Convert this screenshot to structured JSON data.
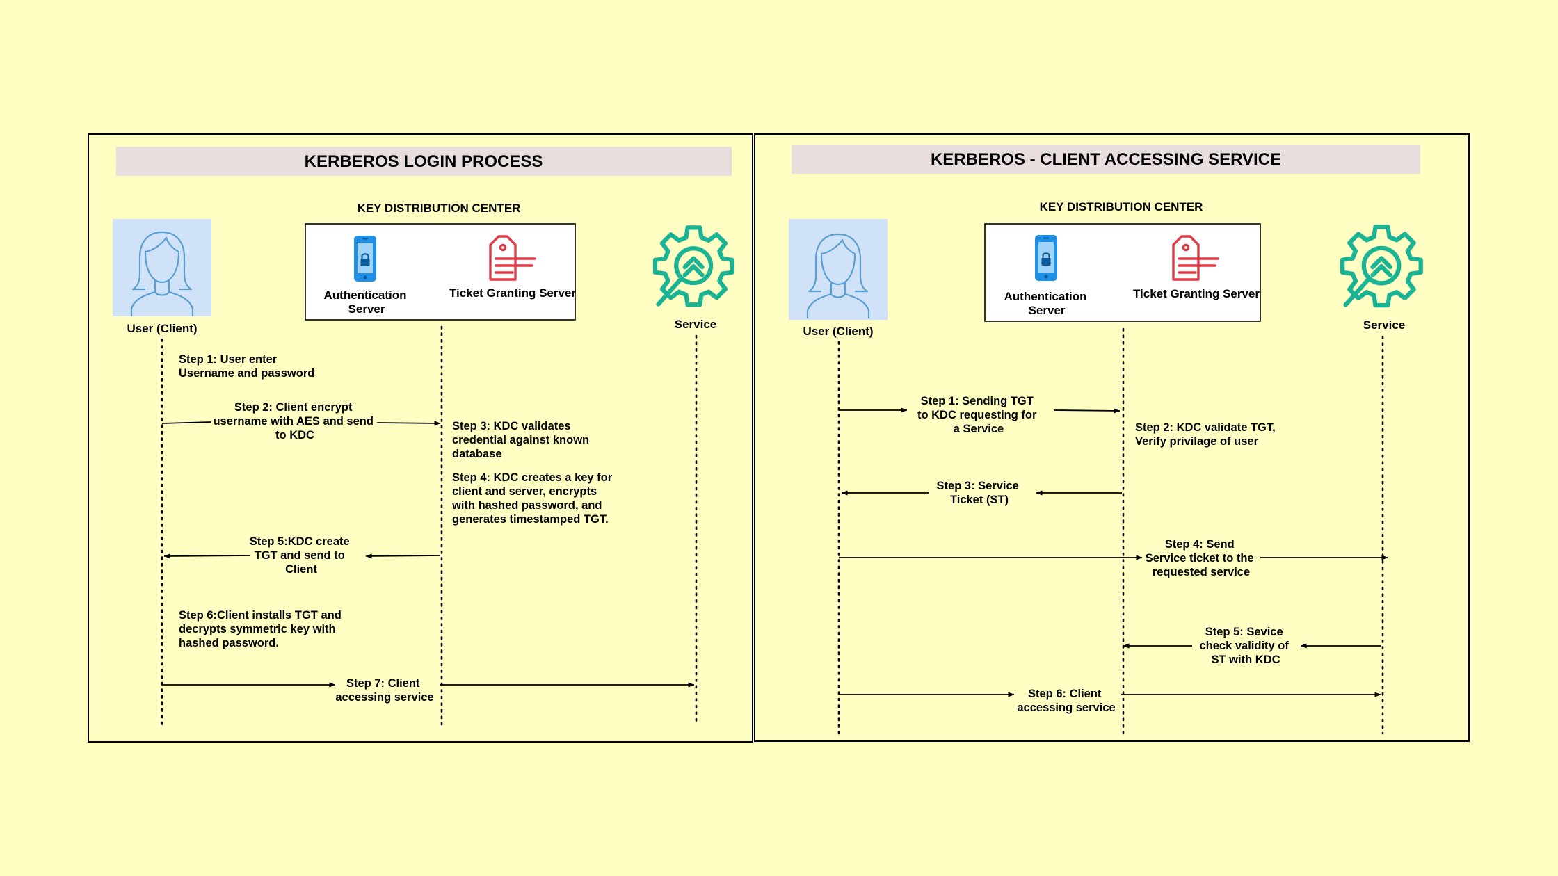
{
  "colors": {
    "background": "#ffffc4",
    "title_bar": "#e8dedd",
    "user_tile": "#cfe2f7",
    "user_line": "#5a9fd4",
    "auth_icon": "#1e90e8",
    "tgs_icon": "#e03a47",
    "service_icon": "#1ab394"
  },
  "panels": [
    {
      "title": "KERBEROS LOGIN PROCESS",
      "kdc_label": "KEY DISTRIBUTION CENTER",
      "auth_label": [
        "Authentication",
        "Server"
      ],
      "tgs_label": "Ticket Granting Server",
      "user_label": "User (Client)",
      "service_label": "Service",
      "steps": [
        [
          "Step 1: User enter",
          "Username and password"
        ],
        [
          "Step 2: Client encrypt",
          "username with AES and send",
          "to KDC"
        ],
        [
          "Step 3: KDC validates",
          "credential against known",
          "database"
        ],
        [
          "Step 4: KDC creates a key for",
          "client and server, encrypts",
          "with hashed password, and",
          "generates timestamped TGT."
        ],
        [
          "Step 5:KDC create",
          "TGT and send to",
          "Client"
        ],
        [
          "Step 6:Client installs TGT and",
          "decrypts symmetric key with",
          "hashed password."
        ],
        [
          "Step 7: Client",
          "accessing service"
        ]
      ]
    },
    {
      "title": "KERBEROS - CLIENT ACCESSING SERVICE",
      "kdc_label": "KEY DISTRIBUTION CENTER",
      "auth_label": [
        "Authentication",
        "Server"
      ],
      "tgs_label": "Ticket Granting Server",
      "user_label": "User (Client)",
      "service_label": "Service",
      "steps": [
        [
          "Step 1: Sending TGT",
          "to KDC requesting for",
          "a Service"
        ],
        [
          "Step 2: KDC validate TGT,",
          "Verify privilage of user"
        ],
        [
          "Step 3: Service",
          "Ticket (ST)"
        ],
        [
          "Step 4: Send",
          "Service ticket to the",
          "requested service"
        ],
        [
          "Step 5: Sevice",
          "check validity of",
          "ST with KDC"
        ],
        [
          "Step 6: Client",
          "accessing service"
        ]
      ]
    }
  ]
}
